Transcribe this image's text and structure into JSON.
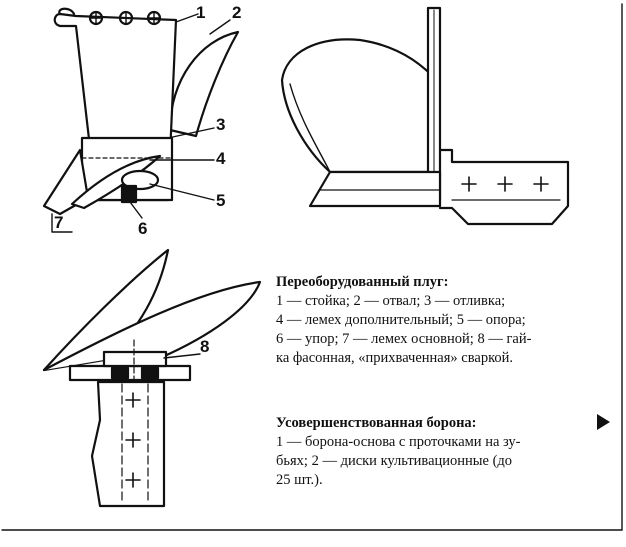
{
  "callouts": [
    "1",
    "2",
    "3",
    "4",
    "5",
    "6",
    "7",
    "8"
  ],
  "caption_plow": {
    "heading": "Переоборудованный плуг:",
    "lines": [
      "1 — стойка; 2 — отвал; 3 — отливка;",
      "4 — лемех дополнительный; 5 — опора;",
      "6 — упор; 7 — лемех основной; 8 — гай-",
      "ка фасонная, «прихваченная» сваркой."
    ]
  },
  "caption_harrow": {
    "heading": "Усовершенствованная борона:",
    "lines": [
      "1 — борона-основа с проточками на зу-",
      "бьях; 2 — диски культивационные (до",
      "25 шт.)."
    ]
  },
  "colors": {
    "ink": "#111111",
    "paper": "#ffffff"
  },
  "icons": [
    "play-arrow-icon"
  ]
}
